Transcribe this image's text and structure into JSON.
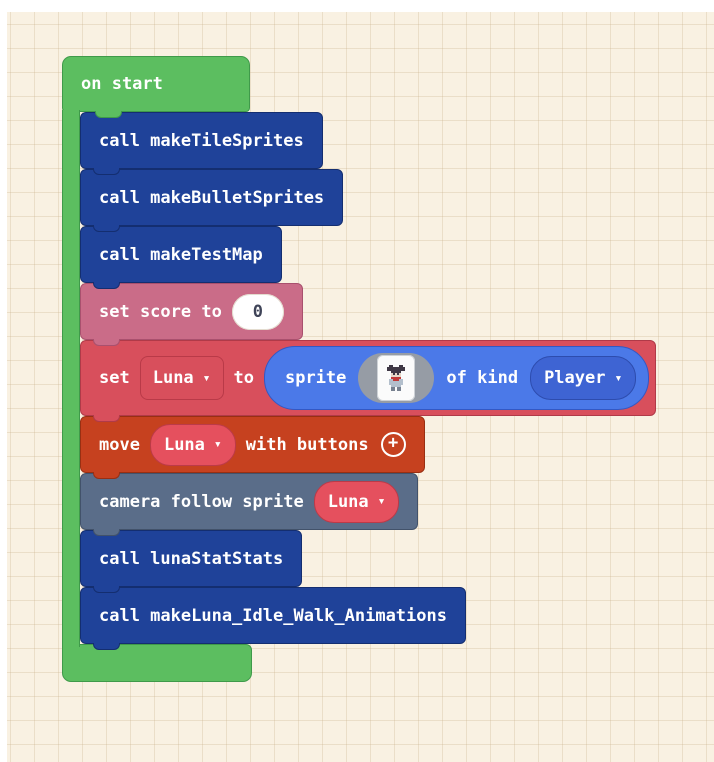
{
  "workspace": {
    "on_start": {
      "label": "on start"
    },
    "statements": [
      {
        "type": "call",
        "label": "call makeTileSprites"
      },
      {
        "type": "call",
        "label": "call makeBulletSprites"
      },
      {
        "type": "call",
        "label": "call makeTestMap"
      },
      {
        "type": "set_score",
        "label": "set score to",
        "value": "0"
      },
      {
        "type": "set_variable",
        "set": "set",
        "variable": "Luna",
        "to": "to",
        "reporter": {
          "sprite": "sprite",
          "of_kind": "of kind",
          "kind": "Player"
        }
      },
      {
        "type": "move",
        "label": "move",
        "variable": "Luna",
        "suffix": "with buttons"
      },
      {
        "type": "camera",
        "label": "camera follow sprite",
        "variable": "Luna"
      },
      {
        "type": "call",
        "label": "call lunaStatStats"
      },
      {
        "type": "call",
        "label": "call makeLuna_Idle_Walk_Animations"
      }
    ],
    "icons": {
      "caret": "▾",
      "plus": "+"
    },
    "colors": {
      "background": "#f9f1e2",
      "grid_line": "#e7dbc5",
      "on_start_green": "#5cbe60",
      "function_call_navy": "#1f4299",
      "info_pink": "#ca6c88",
      "variable_red": "#d84f5c",
      "sprite_blue": "#4b79e8",
      "kind_pill_blue": "#3e64d3",
      "controller_orange": "#c6411f",
      "scene_slate": "#5a6d89",
      "variable_pill_red": "#e5505e",
      "text_white": "#ffffff"
    }
  }
}
